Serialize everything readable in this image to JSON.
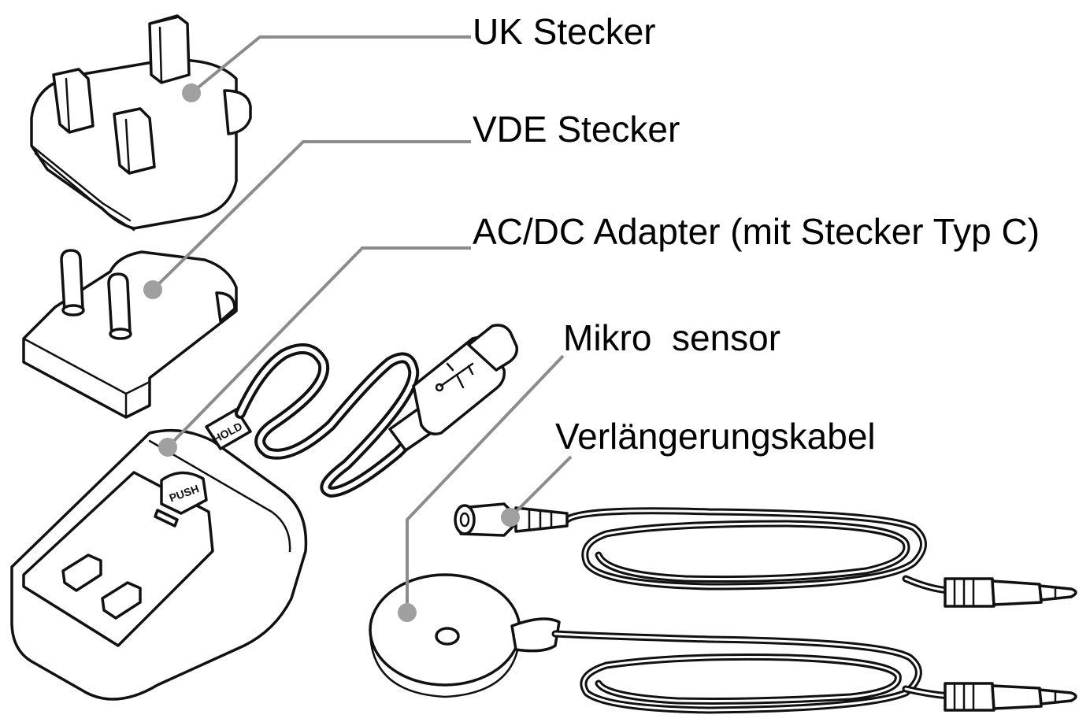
{
  "labels": {
    "uk_plug": "UK Stecker",
    "vde_plug": "VDE Stecker",
    "adapter": "AC/DC Adapter (mit Stecker Typ C)",
    "micro_sensor": "Mikro  sensor",
    "extension_cable": "Verlängerungskabel"
  },
  "device_markings": {
    "push_button": "PUSH",
    "output_marking": "HOLD"
  },
  "colors": {
    "line_art": "#111111",
    "leader_lines": "#8c8c8c",
    "background": "#ffffff"
  }
}
